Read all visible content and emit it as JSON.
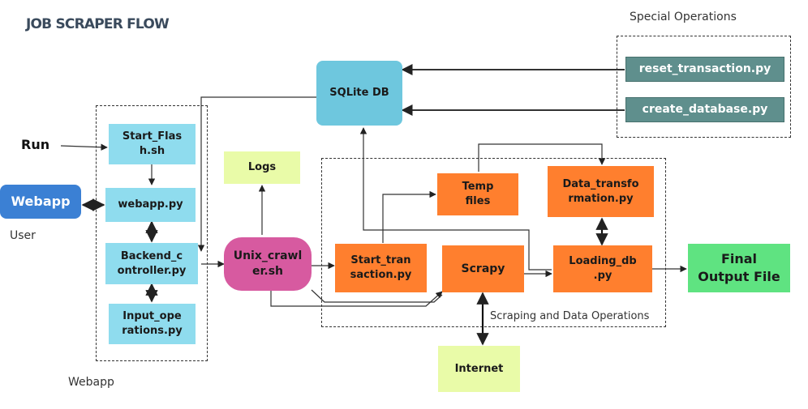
{
  "title": "JOB SCRAPER FLOW",
  "labels": {
    "special_operations": "Special Operations",
    "run": "Run",
    "user": "User",
    "webapp_group": "Webapp",
    "scraping_group": "Scraping and Data Operations"
  },
  "nodes": {
    "sqlite_db": "SQLite DB",
    "reset_transaction": "reset_transaction.py",
    "create_database": "create_database.py",
    "start_flash": "Start_Flas\nh.sh",
    "webapp_py": "webapp.py",
    "backend_controller": "Backend_c\nontroller.py",
    "input_operations": "Input_ope\nrations.py",
    "webapp_button": "Webapp",
    "logs": "Logs",
    "unix_crawler": "Unix_crawl\ner.sh",
    "start_transaction": "Start_tran\nsaction.py",
    "temp_files": "Temp\nfiles",
    "data_transformation": "Data_transfo\nrmation.py",
    "scrapy": "Scrapy",
    "loading_db": "Loading_db\n.py",
    "final_output": "Final\nOutput File",
    "internet": "Internet"
  },
  "colors": {
    "webapp_components": "#8fdcee",
    "sqlite": "#6ec7de",
    "scraping_components": "#ff7f2e",
    "logs_internet": "#e9fba8",
    "final_output": "#5fe381",
    "special_ops": "#5f8f8d",
    "webapp_button": "#3b80d4",
    "crawler": "#d75aa0"
  }
}
